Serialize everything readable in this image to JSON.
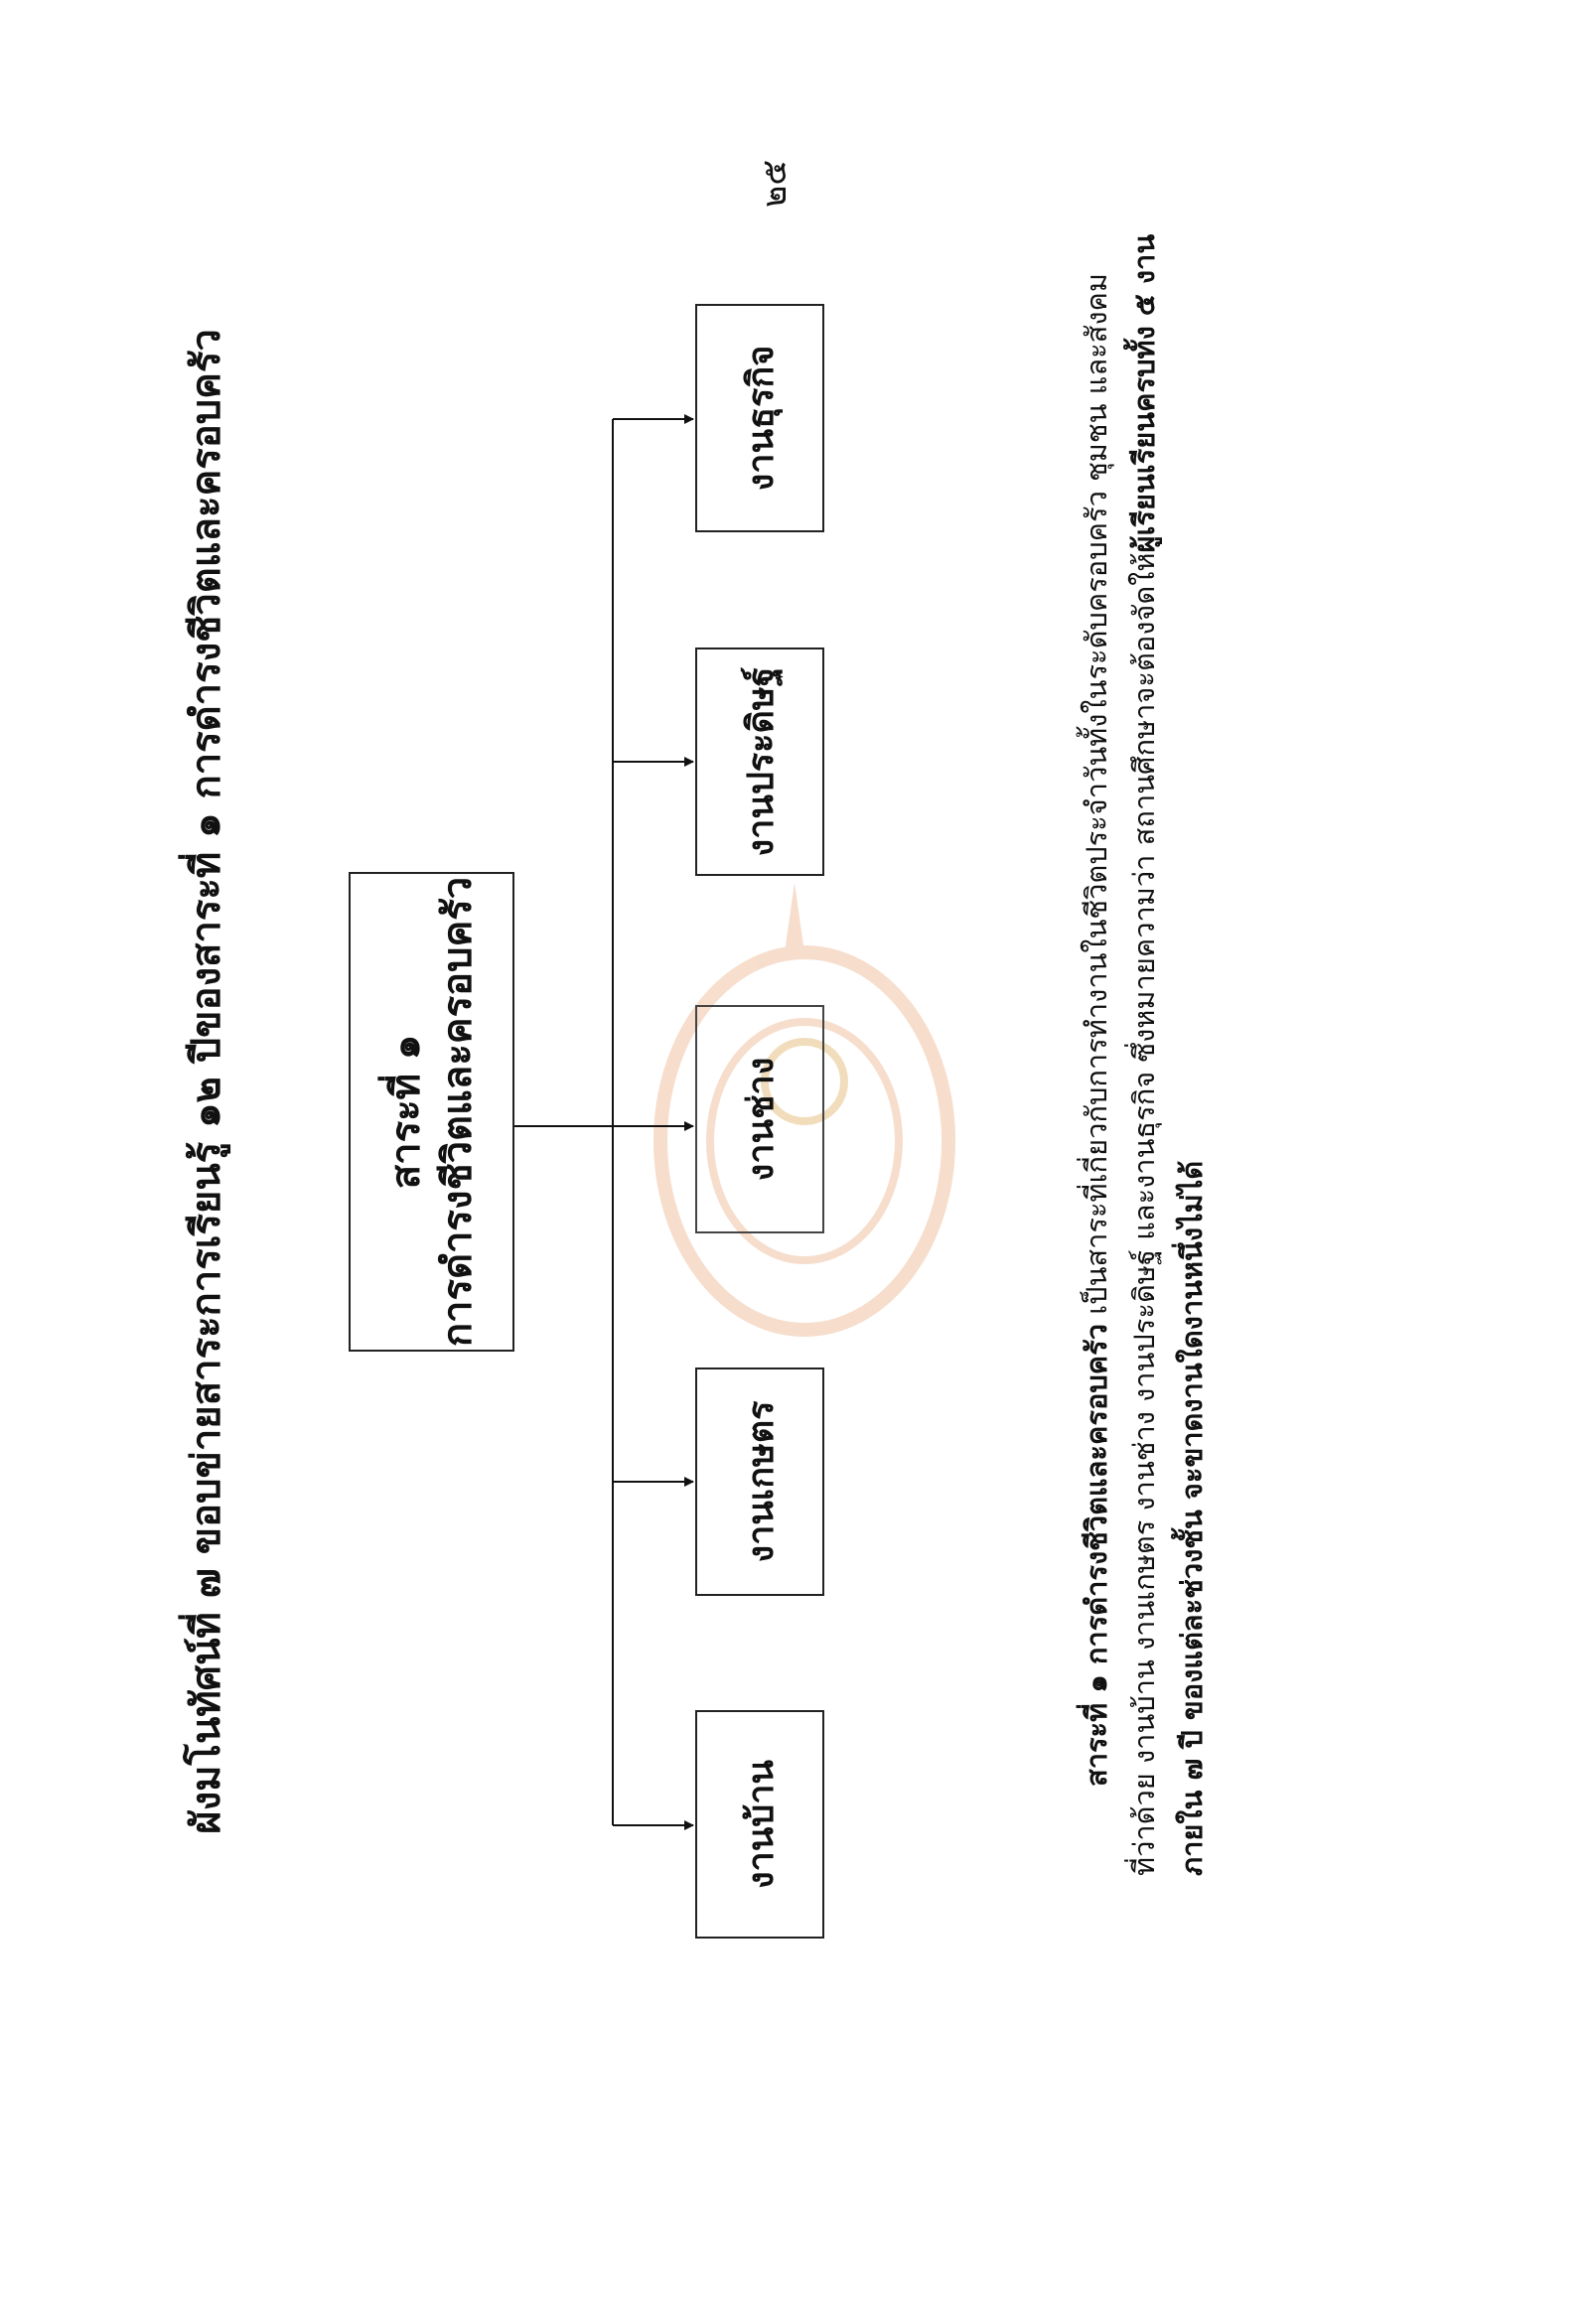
{
  "page_number": "๒๕",
  "title": "ผังมโนทัศน์ที่ ๗ ขอบข่ายสาระการเรียนรู้ ๑๒ ปีของสาระที่ ๑ การดำรงชีวิตและครอบครัว",
  "diagram": {
    "root": {
      "line1": "สาระที่ ๑",
      "line2": "การดำรงชีวิตและครอบครัว"
    },
    "children": [
      "งานบ้าน",
      "งานเกษตร",
      "งานช่าง",
      "งานประดิษฐ์",
      "งานธุรกิจ"
    ]
  },
  "paragraph": {
    "line1_bold": "สาระที่ ๑ การดำรงชีวิตและครอบครัว",
    "line1_rest": " เป็นสาระที่เกี่ยวกับการทำงานในชีวิตประจำวันทั้งในระดับครอบครัว ชุมชน และสังคม",
    "line2_rest": "ที่ว่าด้วย งานบ้าน งานเกษตร งานช่าง งานประดิษฐ์ และงานธุรกิจ ซึ่งหมายความว่า สถานศึกษาจะต้องจัดให้",
    "line2_bold": "ผู้เรียนเรียนครบทั้ง ๕ งาน",
    "line3_bold": "ภายใน ๗ ปี ของแต่ละช่วงชั้น จะขาดงานใดงานหนึ่งไม่ได้"
  },
  "colors": {
    "ink": "#111111",
    "watermark": "#e8a070"
  }
}
